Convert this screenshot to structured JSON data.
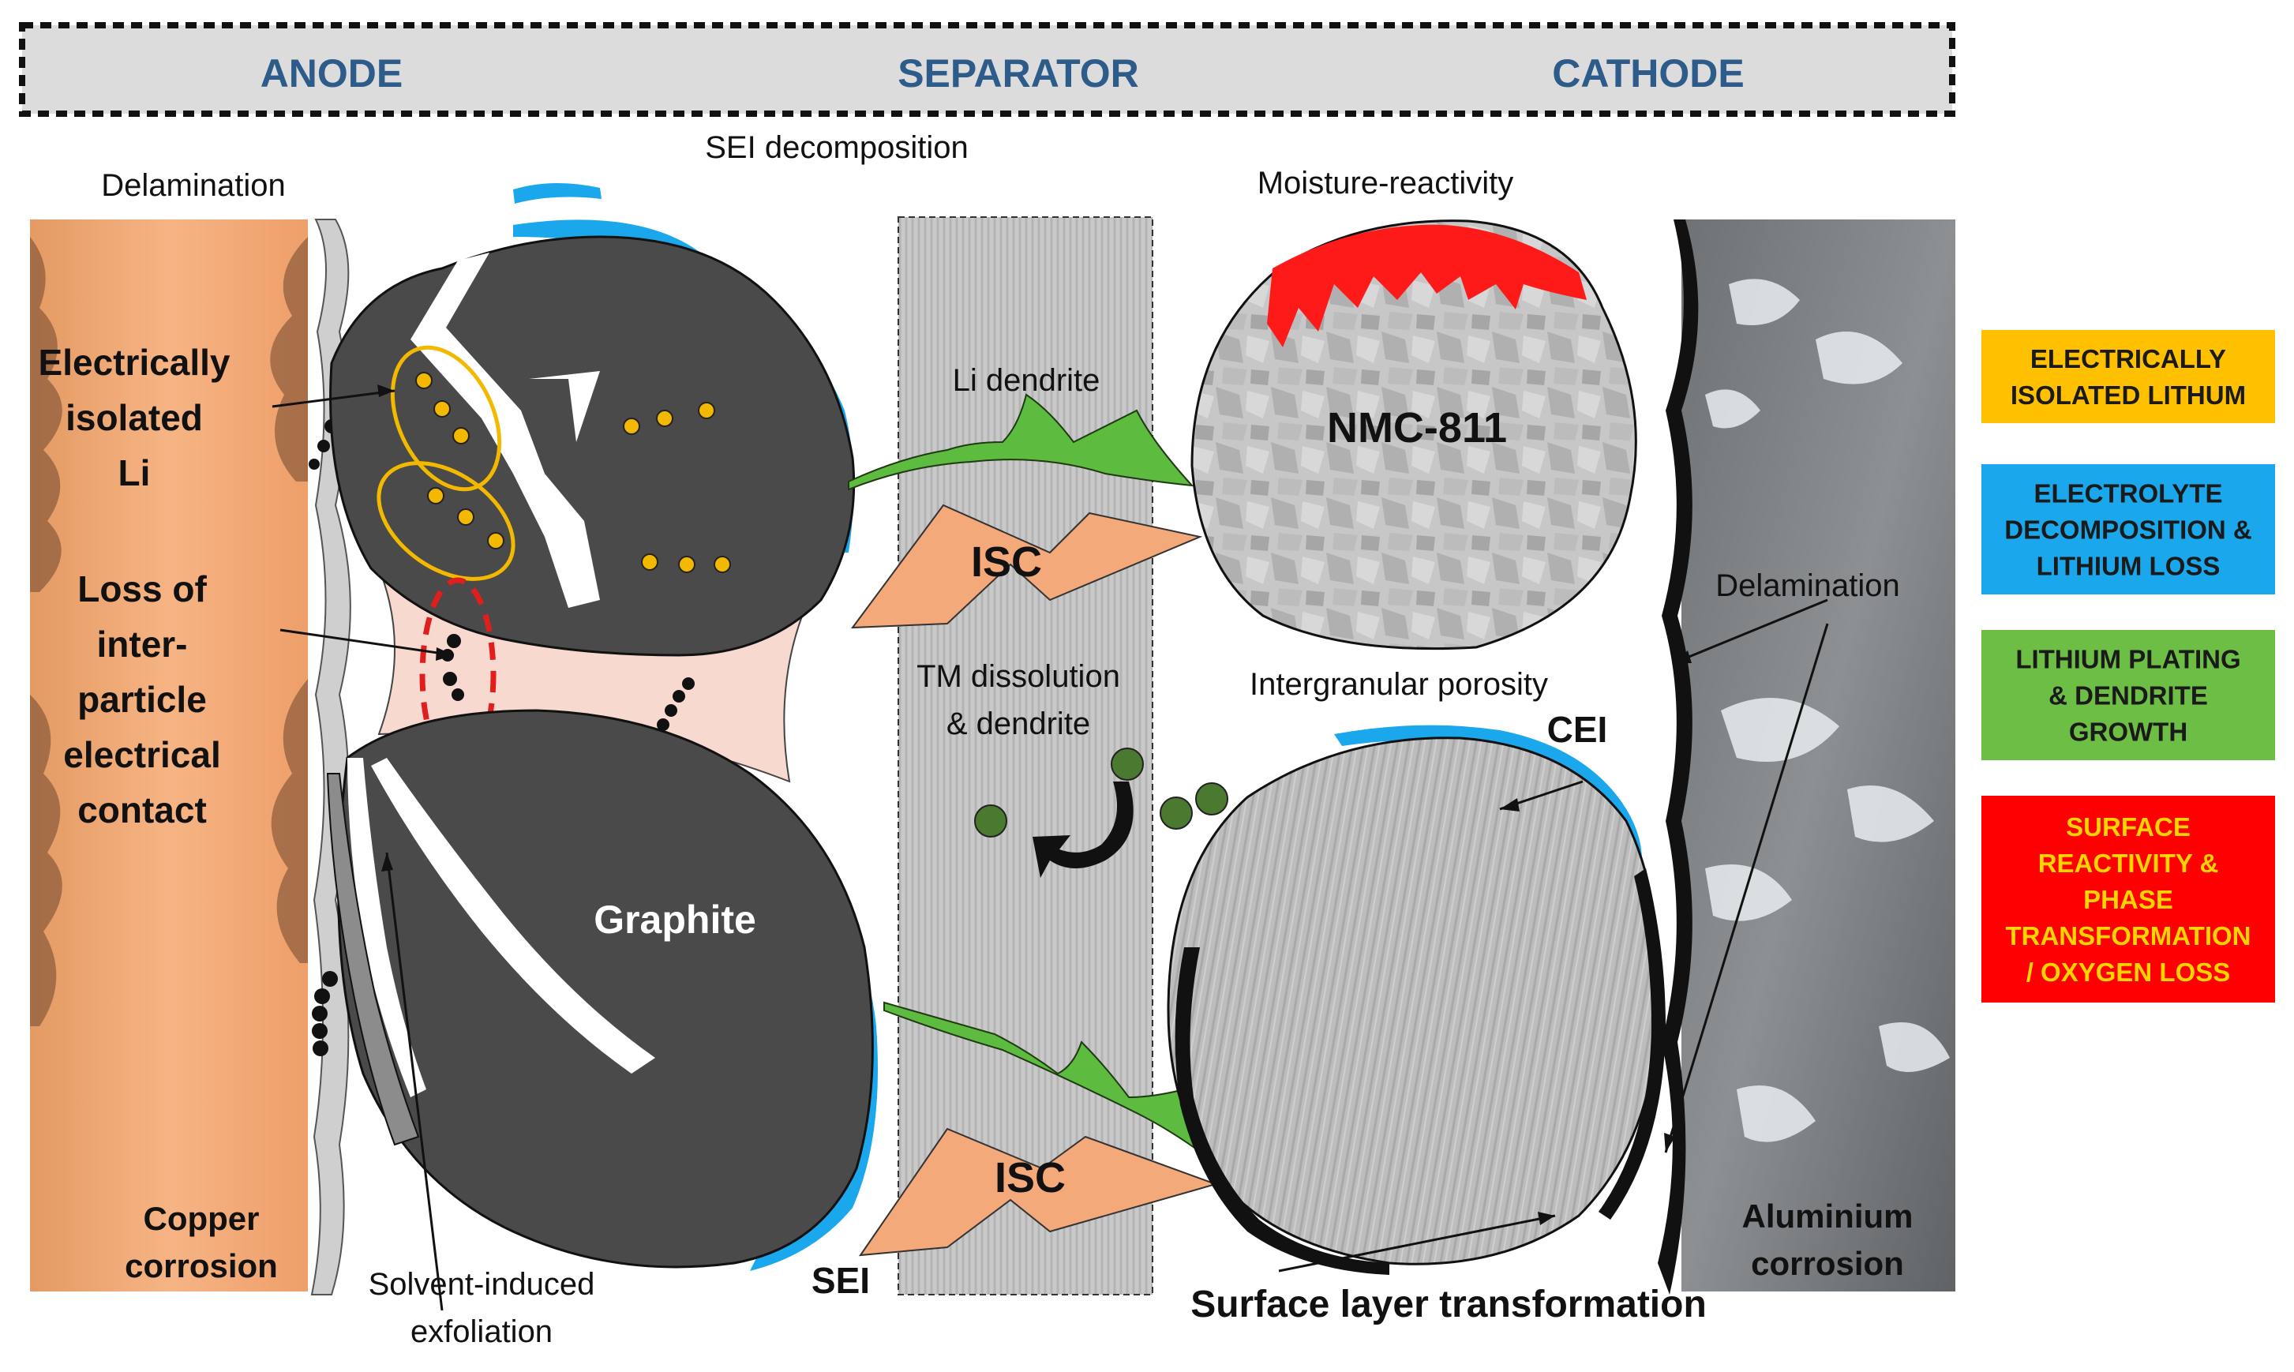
{
  "header": {
    "anode": "ANODE",
    "separator": "SEPARATOR",
    "cathode": "CATHODE"
  },
  "labels": {
    "delamination_left": "Delamination",
    "sei_decomposition": "SEI decomposition",
    "moisture_reactivity": "Moisture-reactivity",
    "isolated_li": [
      "Electrically",
      "isolated",
      "Li"
    ],
    "loss_of_contact": [
      "Loss of",
      "inter-",
      "particle",
      "electrical",
      "contact"
    ],
    "li_dendrite": "Li dendrite",
    "isc_top": "ISC",
    "isc_bottom": "ISC",
    "nmc": "NMC-811",
    "tm_dissolution": [
      "TM dissolution",
      "& dendrite"
    ],
    "intergranular_porosity": "Intergranular porosity",
    "cei": "CEI",
    "graphite": "Graphite",
    "delamination_right": "Delamination",
    "copper_corrosion": [
      "Copper",
      "corrosion"
    ],
    "solvent_exfoliation": [
      "Solvent-induced",
      "exfoliation"
    ],
    "sei": "SEI",
    "surface_layer": "Surface layer transformation",
    "aluminium_corrosion": [
      "Aluminium",
      "corrosion"
    ]
  },
  "legend": [
    {
      "lines": [
        "ELECTRICALLY",
        "ISOLATED LITHUM"
      ],
      "color": "#FFC000",
      "text_color": "#1a1a1a"
    },
    {
      "lines": [
        "ELECTROLYTE",
        "DECOMPOSITION &",
        "LITHIUM LOSS"
      ],
      "color": "#1AA7EC",
      "text_color": "#1a1a1a"
    },
    {
      "lines": [
        "LITHIUM PLATING",
        "& DENDRITE",
        "GROWTH"
      ],
      "color": "#6DBE45",
      "text_color": "#1a1a1a"
    },
    {
      "lines": [
        "SURFACE",
        "REACTIVITY &",
        "PHASE",
        "TRANSFORMATION",
        "/ OXYGEN LOSS"
      ],
      "color": "#FF0000",
      "text_color": "#ffd400"
    }
  ],
  "colors": {
    "header_text": "#2E5C8A",
    "graphite": "#4a4a4a",
    "sei_blue": "#1AA7EC",
    "dendrite_green": "#5DBB3F",
    "isc_orange": "#F4A97A",
    "copper": "#F2A36B",
    "binder": "#F8D9CF",
    "isolated_li_yellow": "#F2B900",
    "oxygen_red": "#FF1A1A"
  }
}
